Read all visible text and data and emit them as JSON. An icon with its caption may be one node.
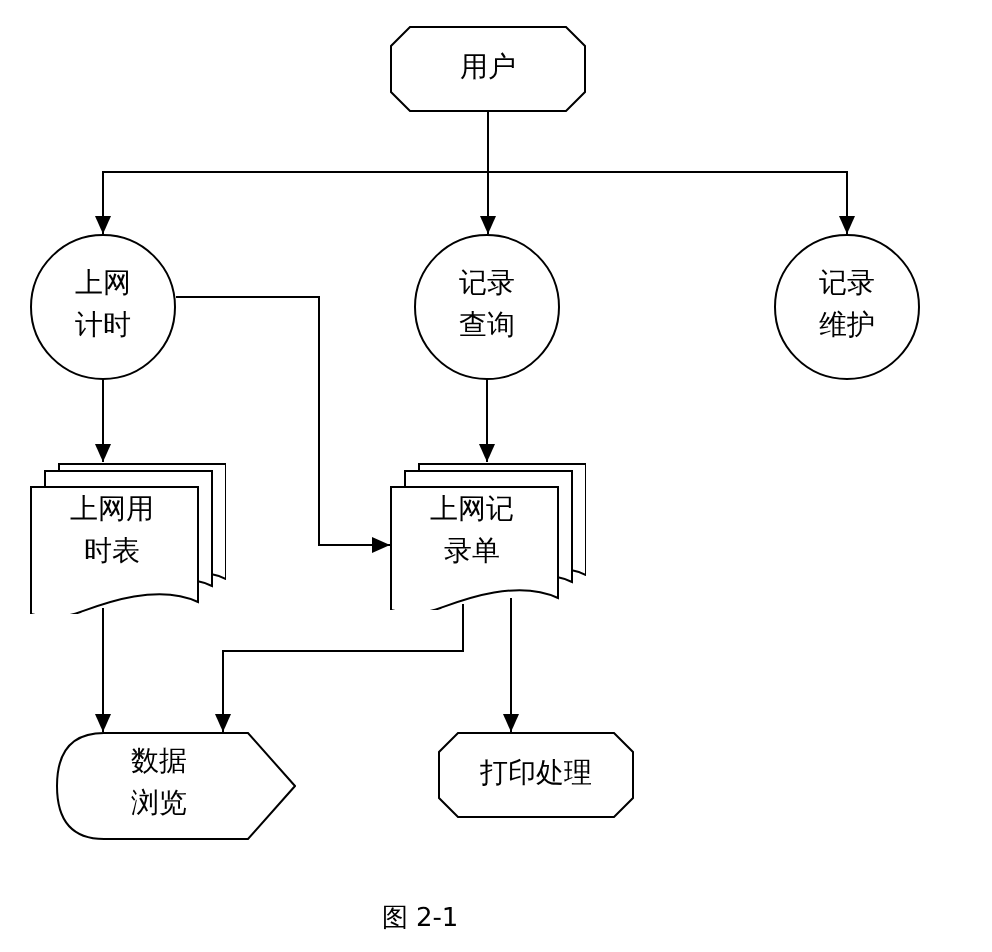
{
  "diagram": {
    "caption": "图 2-1",
    "nodes": [
      {
        "text": [
          "用户"
        ]
      },
      {
        "text": [
          "上网计时"
        ]
      },
      {
        "text": [
          "记录查询"
        ]
      },
      {
        "text": [
          "记录维护"
        ]
      },
      {
        "text": [
          "上网用时表"
        ]
      },
      {
        "text": [
          "上网记录单"
        ]
      },
      {
        "text": [
          "数据浏览"
        ]
      },
      {
        "text": [
          "打印处理"
        ]
      }
    ],
    "edges": [
      {
        "from": 0,
        "to": 1,
        "arrow": "to"
      },
      {
        "from": 0,
        "to": 2,
        "arrow": "to"
      },
      {
        "from": 0,
        "to": 3,
        "arrow": "to"
      },
      {
        "from": 1,
        "to": 4,
        "arrow": "to"
      },
      {
        "from": 1,
        "to": 5,
        "arrow": "to"
      },
      {
        "from": 2,
        "to": 5,
        "arrow": "to"
      },
      {
        "from": 4,
        "to": 6,
        "arrow": "to"
      },
      {
        "from": 5,
        "to": 6,
        "arrow": "to"
      },
      {
        "from": 5,
        "to": 7,
        "arrow": "to"
      }
    ]
  }
}
